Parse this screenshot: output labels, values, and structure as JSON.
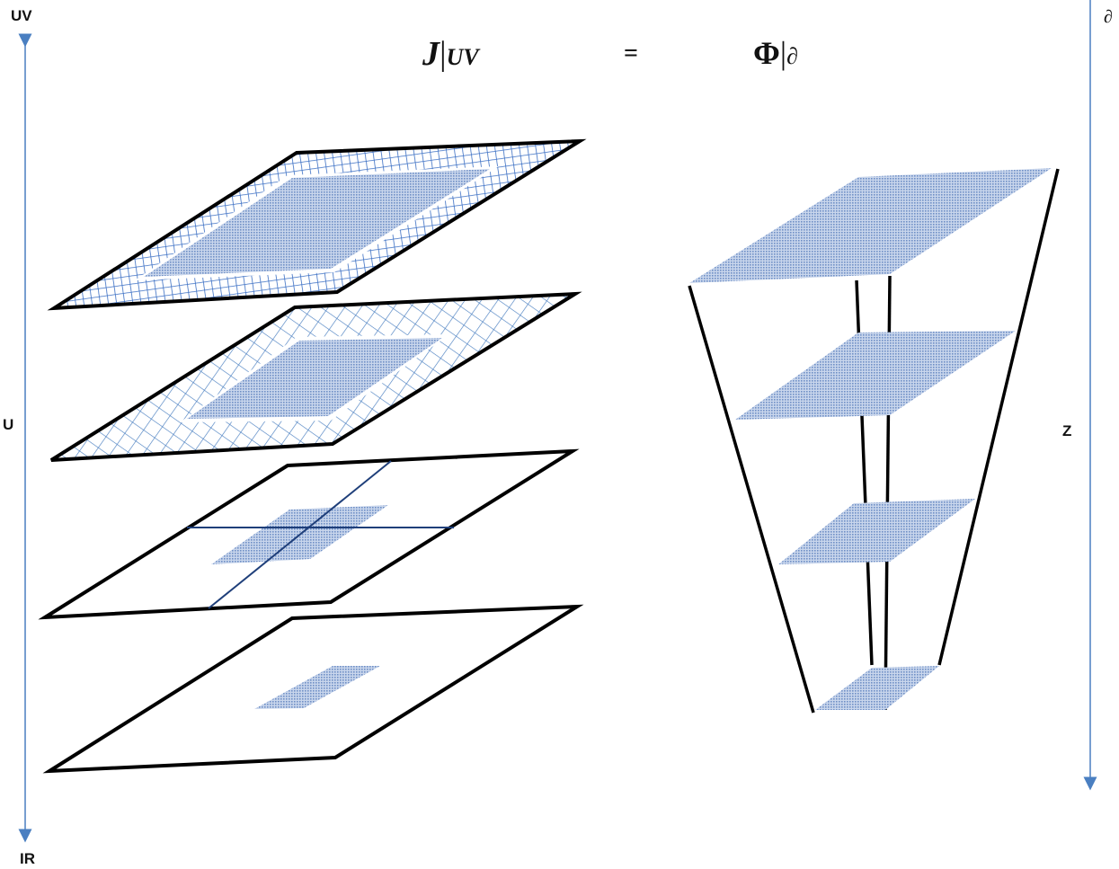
{
  "title": {
    "lhs_symbol": "J",
    "lhs_subscript": "UV",
    "equals": "=",
    "rhs_symbol": "Φ",
    "rhs_subscript": "∂"
  },
  "left_axis": {
    "top_label": "UV",
    "middle_label": "U",
    "bottom_label": "IR"
  },
  "right_axis": {
    "top_label": "∂",
    "middle_label": "Z"
  },
  "colors": {
    "arrow": "#4a7fc1",
    "fill": "#8fa9d4",
    "mesh": "#3b6fc4",
    "outline": "#000000",
    "cross_line": "#1f3f7a"
  }
}
